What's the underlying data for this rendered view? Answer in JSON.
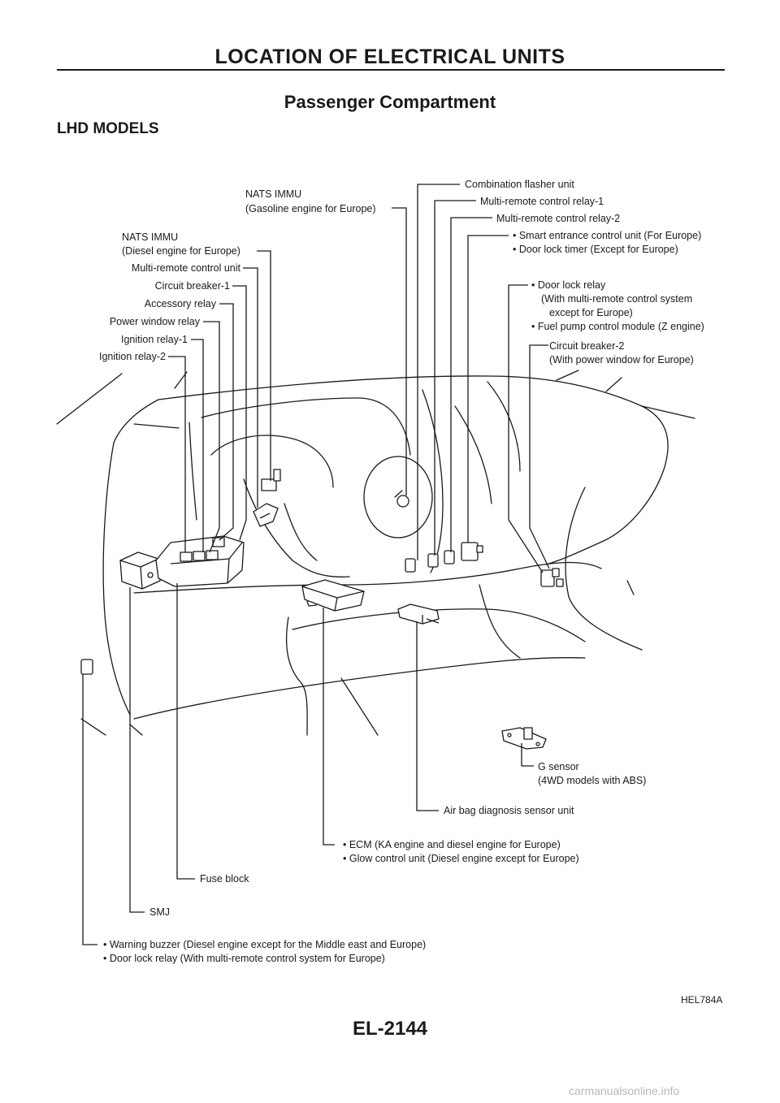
{
  "header": {
    "title": "LOCATION OF ELECTRICAL UNITS"
  },
  "section": {
    "title": "Passenger Compartment",
    "subtitle": "LHD MODELS"
  },
  "labels": {
    "nats_gas_1": "NATS IMMU",
    "nats_gas_2": "(Gasoline engine for Europe)",
    "nats_diesel_1": "NATS IMMU",
    "nats_diesel_2": "(Diesel engine for Europe)",
    "multi_remote_unit": "Multi-remote control unit",
    "circuit_breaker_1": "Circuit breaker-1",
    "accessory_relay": "Accessory relay",
    "power_window_relay": "Power window relay",
    "ignition_relay_1": "Ignition relay-1",
    "ignition_relay_2": "Ignition relay-2",
    "combination_flasher": "Combination flasher unit",
    "multi_remote_relay_1": "Multi-remote control relay-1",
    "multi_remote_relay_2": "Multi-remote control relay-2",
    "smart_entrance": "• Smart entrance control unit (For Europe)",
    "door_lock_timer": "• Door lock timer (Except for Europe)",
    "door_lock_relay_1": "• Door lock relay",
    "door_lock_relay_2": "(With multi-remote control system",
    "door_lock_relay_3": "except for Europe)",
    "fuel_pump": "• Fuel pump control module (Z engine)",
    "circuit_breaker_2_1": "Circuit breaker-2",
    "circuit_breaker_2_2": "(With power window for Europe)",
    "g_sensor_1": "G sensor",
    "g_sensor_2": "(4WD models with ABS)",
    "airbag": "Air bag diagnosis sensor unit",
    "ecm": "• ECM (KA engine and diesel engine for Europe)",
    "glow": "• Glow control unit (Diesel engine except for Europe)",
    "fuse_block": "Fuse block",
    "smj": "SMJ",
    "warning_buzzer": "• Warning buzzer (Diesel engine except for the Middle east and Europe)",
    "door_lock_relay_eu": "• Door lock relay (With multi-remote control system for Europe)"
  },
  "figure_id": "HEL784A",
  "page_number": "EL-2144",
  "watermark": "carmanualsonline.info"
}
